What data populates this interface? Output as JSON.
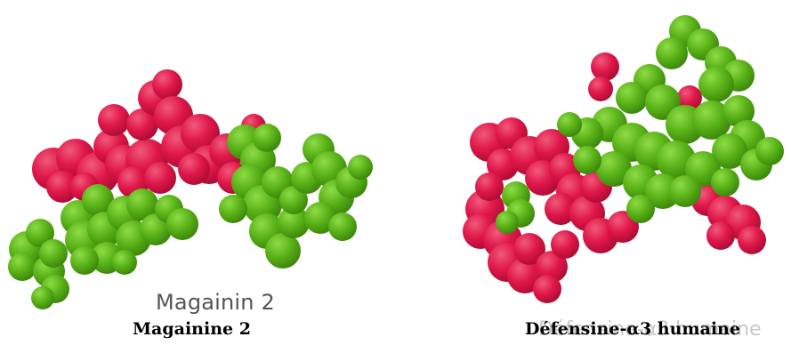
{
  "figure": {
    "left_panel": {
      "embedded_label": "Magainin 2",
      "caption": "Magainine 2"
    },
    "right_panel": {
      "caption": "Défensine-α3 humaine"
    },
    "colors": {
      "red": "#e0174a",
      "green": "#59b318",
      "background": "#ffffff"
    },
    "icons": [
      "molecule-space-filling-model"
    ]
  }
}
